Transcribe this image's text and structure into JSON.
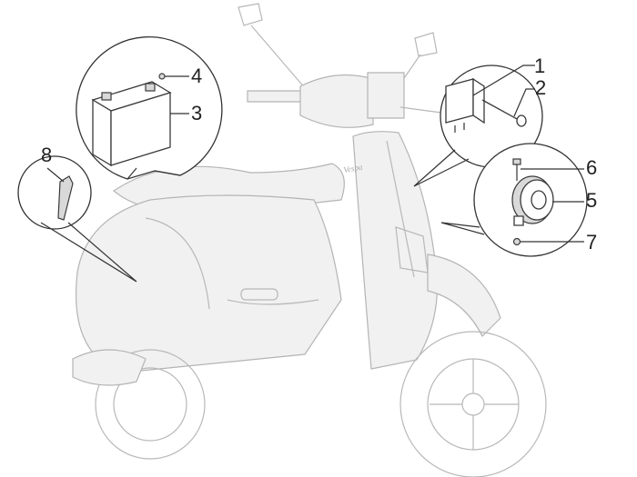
{
  "diagram": {
    "logo_text": "Vespa",
    "callouts": [
      {
        "id": "1",
        "label": "1",
        "part": "relay"
      },
      {
        "id": "2",
        "label": "2",
        "part": "screw"
      },
      {
        "id": "3",
        "label": "3",
        "part": "battery"
      },
      {
        "id": "4",
        "label": "4",
        "part": "battery-cap"
      },
      {
        "id": "5",
        "label": "5",
        "part": "horn"
      },
      {
        "id": "6",
        "label": "6",
        "part": "bolt"
      },
      {
        "id": "7",
        "label": "7",
        "part": "nut"
      },
      {
        "id": "8",
        "label": "8",
        "part": "bracket"
      }
    ]
  }
}
